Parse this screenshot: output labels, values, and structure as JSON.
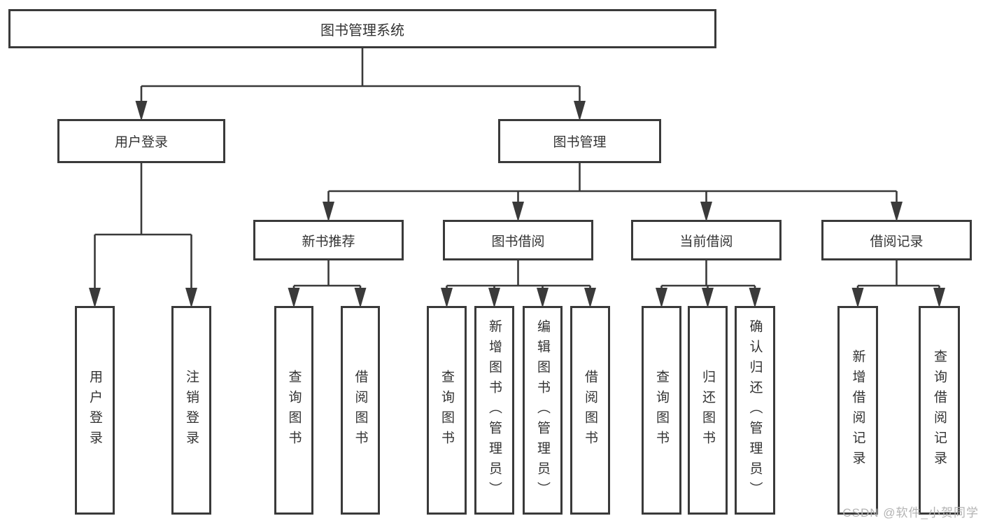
{
  "colors": {
    "line": "#3a3a3a",
    "box_border": "#3a3a3a",
    "text": "#333333",
    "background": "#ffffff",
    "watermark": "#b3b3b3"
  },
  "watermark": {
    "text": "CSDN @软件_小贺同学"
  },
  "nodes": [
    {
      "id": "root",
      "label": "图书管理系统",
      "level": 0,
      "vertical": false
    },
    {
      "id": "user-login",
      "label": "用户登录",
      "level": 1,
      "vertical": false
    },
    {
      "id": "book-management",
      "label": "图书管理",
      "level": 1,
      "vertical": false
    },
    {
      "id": "new-book-recommend",
      "label": "新书推荐",
      "level": 2,
      "vertical": false
    },
    {
      "id": "book-borrowing",
      "label": "图书借阅",
      "level": 2,
      "vertical": false
    },
    {
      "id": "current-borrowing",
      "label": "当前借阅",
      "level": 2,
      "vertical": false
    },
    {
      "id": "borrowing-records",
      "label": "借阅记录",
      "level": 2,
      "vertical": false
    },
    {
      "id": "leaf-user-login",
      "label": "用户登录",
      "level": 3,
      "vertical": true
    },
    {
      "id": "leaf-logout",
      "label": "注销登录",
      "level": 3,
      "vertical": true
    },
    {
      "id": "leaf-query-books-recommend",
      "label": "查询图书",
      "level": 3,
      "vertical": true
    },
    {
      "id": "leaf-borrow-books-recommend",
      "label": "借阅图书",
      "level": 3,
      "vertical": true
    },
    {
      "id": "leaf-query-books-borrow",
      "label": "查询图书",
      "level": 3,
      "vertical": true
    },
    {
      "id": "leaf-add-books",
      "label": "新增图书（管理员）",
      "level": 3,
      "vertical": true
    },
    {
      "id": "leaf-edit-books",
      "label": "编辑图书（管理员）",
      "level": 3,
      "vertical": true
    },
    {
      "id": "leaf-borrow-books",
      "label": "借阅图书",
      "level": 3,
      "vertical": true
    },
    {
      "id": "leaf-query-books-current",
      "label": "查询图书",
      "level": 3,
      "vertical": true
    },
    {
      "id": "leaf-return-books",
      "label": "归还图书",
      "level": 3,
      "vertical": true
    },
    {
      "id": "leaf-confirm-return",
      "label": "确认归还（管理员）",
      "level": 3,
      "vertical": true
    },
    {
      "id": "leaf-add-borrow-record",
      "label": "新增借阅记录",
      "level": 3,
      "vertical": true
    },
    {
      "id": "leaf-query-borrow-record",
      "label": "查询借阅记录",
      "level": 3,
      "vertical": true
    }
  ],
  "edges": [
    {
      "from": "root",
      "to": [
        "user-login",
        "book-management"
      ]
    },
    {
      "from": "user-login",
      "to": [
        "leaf-user-login",
        "leaf-logout"
      ]
    },
    {
      "from": "book-management",
      "to": [
        "new-book-recommend",
        "book-borrowing",
        "current-borrowing",
        "borrowing-records"
      ]
    },
    {
      "from": "new-book-recommend",
      "to": [
        "leaf-query-books-recommend",
        "leaf-borrow-books-recommend"
      ]
    },
    {
      "from": "book-borrowing",
      "to": [
        "leaf-query-books-borrow",
        "leaf-add-books",
        "leaf-edit-books",
        "leaf-borrow-books"
      ]
    },
    {
      "from": "current-borrowing",
      "to": [
        "leaf-query-books-current",
        "leaf-return-books",
        "leaf-confirm-return"
      ]
    },
    {
      "from": "borrowing-records",
      "to": [
        "leaf-add-borrow-record",
        "leaf-query-borrow-record"
      ]
    }
  ]
}
